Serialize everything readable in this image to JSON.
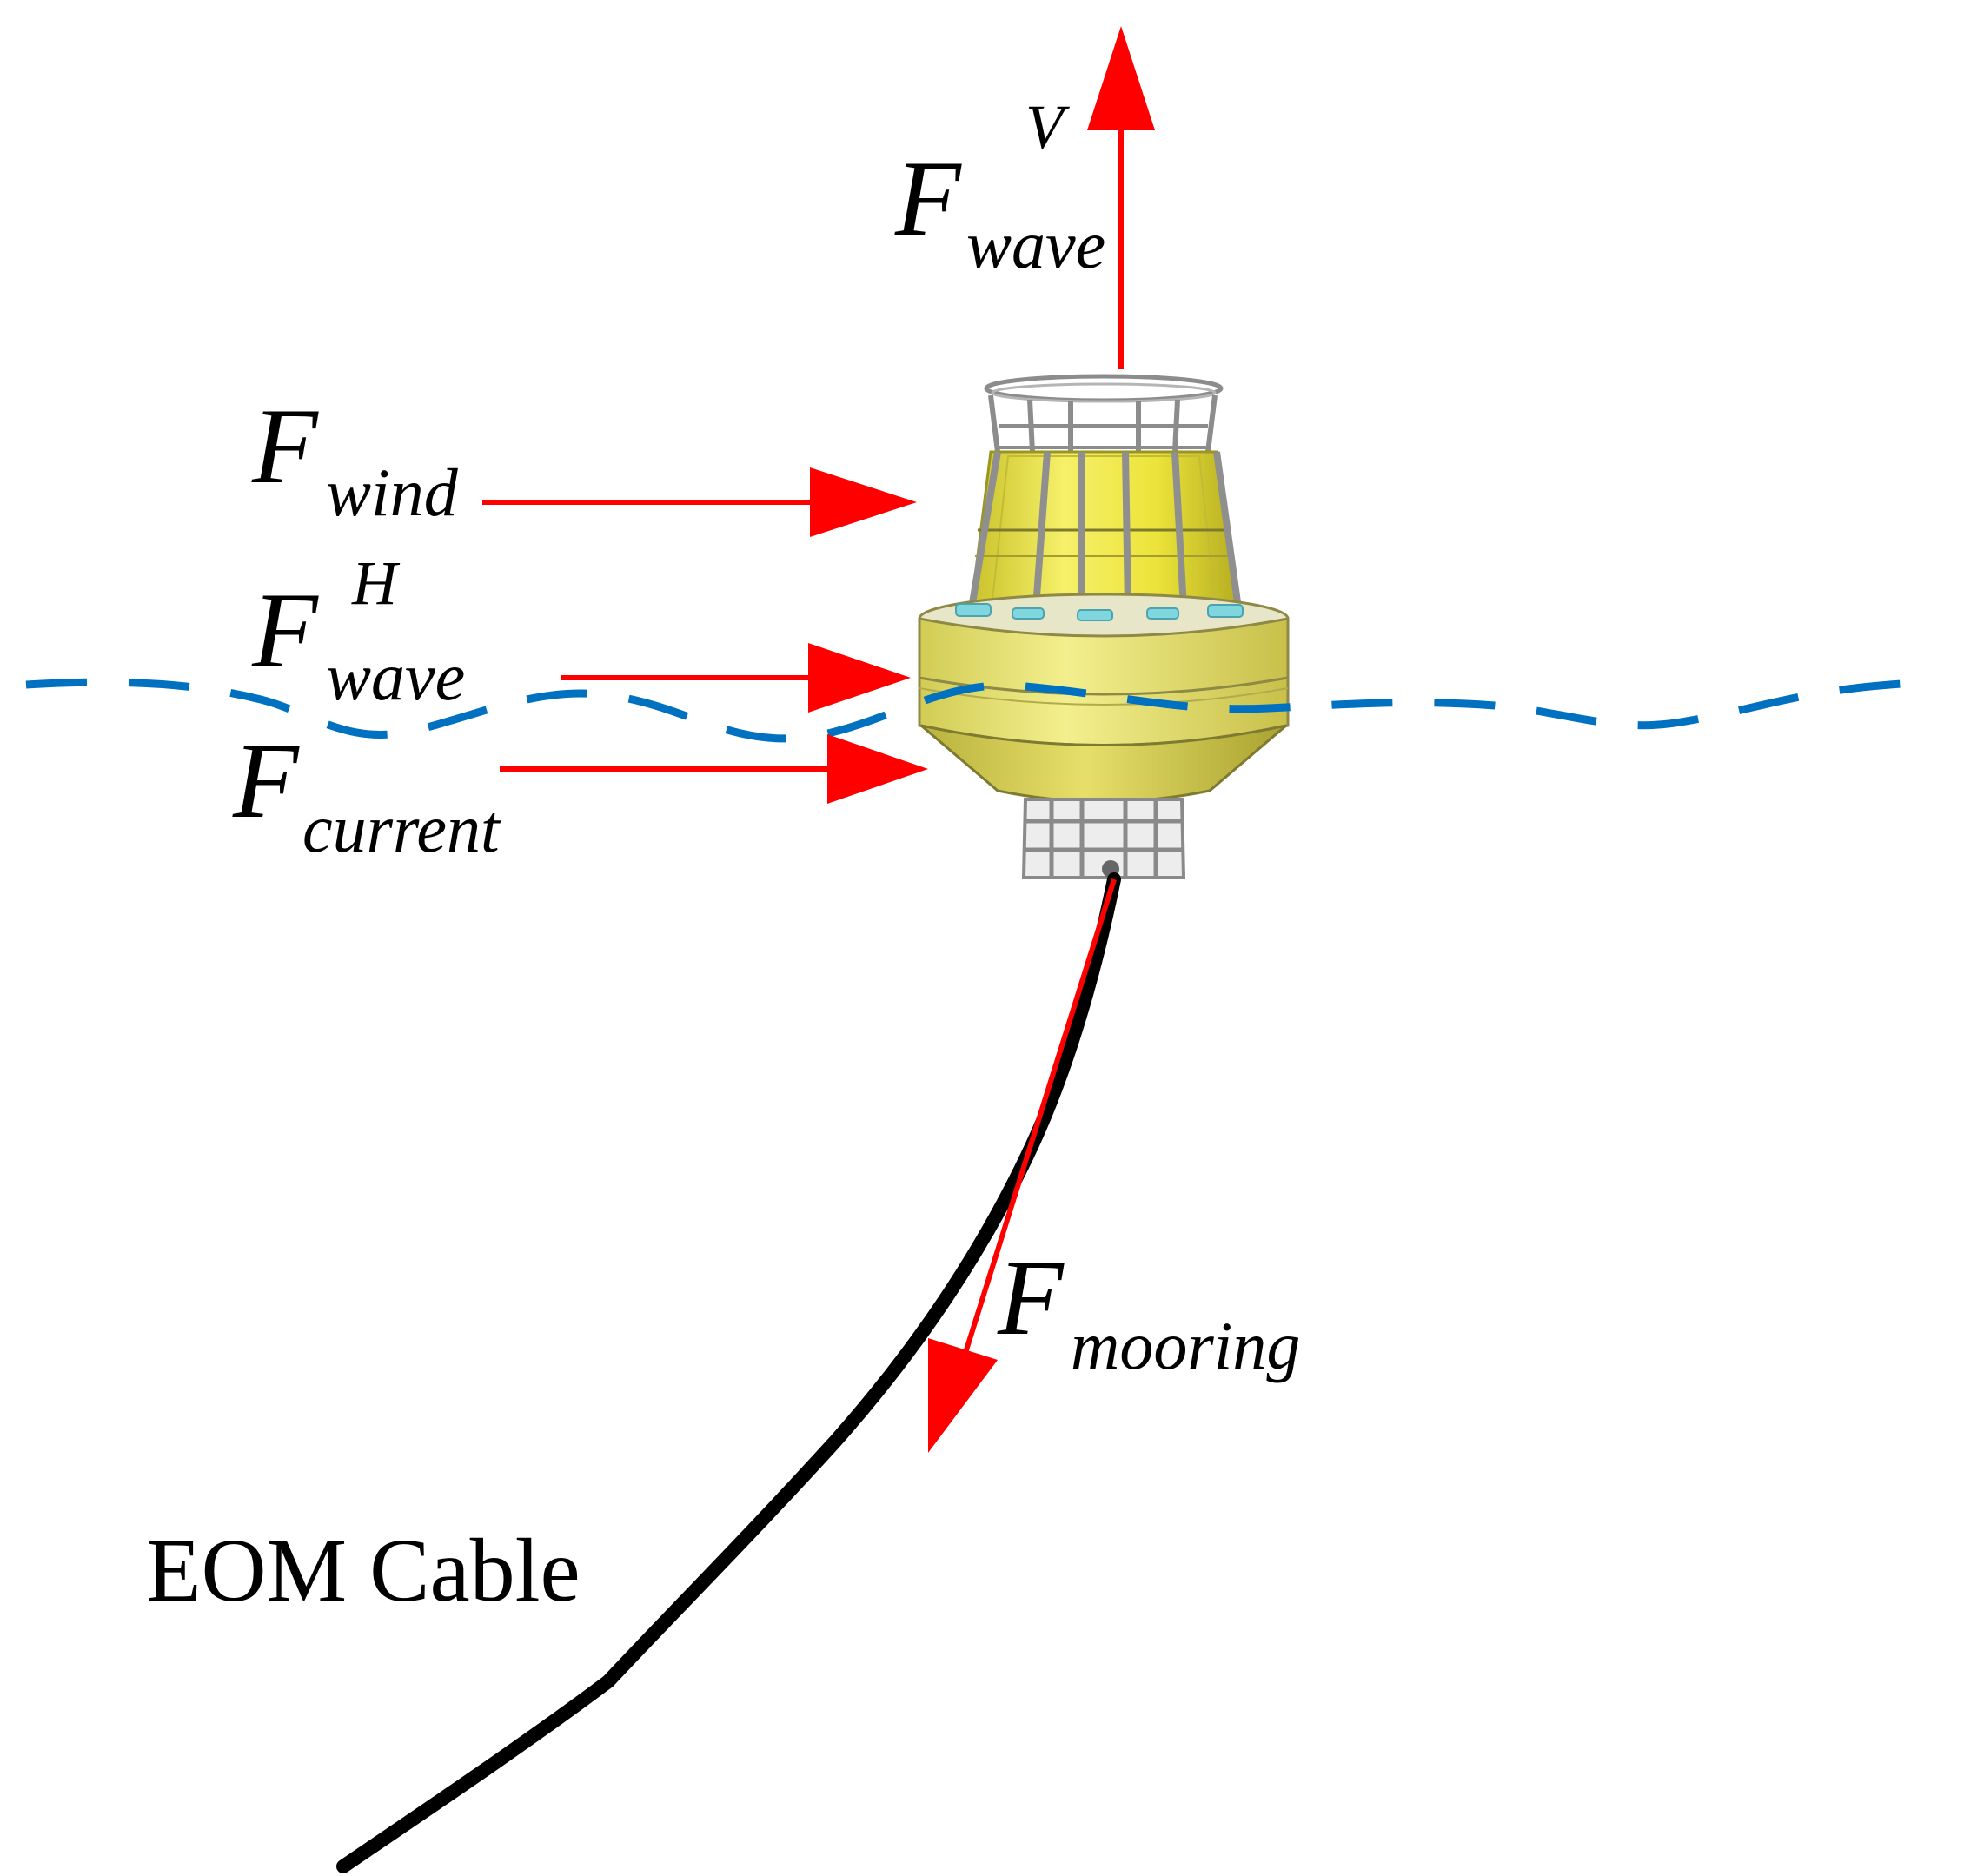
{
  "diagram": {
    "forces": {
      "wave_vertical": {
        "base": "F",
        "sub": "wave",
        "sup": "V"
      },
      "wind": {
        "base": "F",
        "sub": "wind"
      },
      "wave_horizontal": {
        "base": "F",
        "sub": "wave",
        "sup": "H"
      },
      "current": {
        "base": "F",
        "sub": "current"
      },
      "mooring": {
        "base": "F",
        "sub": "mooring"
      }
    },
    "cable_label": "EOM Cable"
  },
  "colors": {
    "force_arrow": "#ff0000",
    "water_line": "#0070c0",
    "cable": "#000000",
    "buoy_yellow": "#f0ea3a",
    "buoy_frame": "#9a9a9a",
    "buoy_accent": "#7fd6df"
  },
  "icons": {
    "buoy": "buoy-icon"
  }
}
